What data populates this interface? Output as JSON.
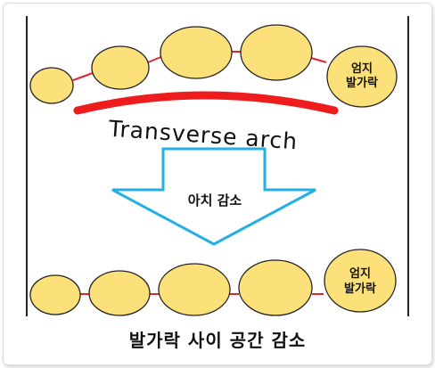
{
  "colors": {
    "toe_fill": "#fce17a",
    "toe_stroke": "#222222",
    "link": "#e0262c",
    "arch_curve": "#ee1c1c",
    "arrow_stroke": "#24aee6",
    "wall": "#222222"
  },
  "top_row": {
    "big_toe_label_line1": "엄지",
    "big_toe_label_line2": "발가락"
  },
  "arch_label": "Transverse arch",
  "arrow_label": "아치 감소",
  "bottom_row": {
    "big_toe_label_line1": "엄지",
    "big_toe_label_line2": "발가락"
  },
  "caption": "발가락 사이 공간 감소"
}
